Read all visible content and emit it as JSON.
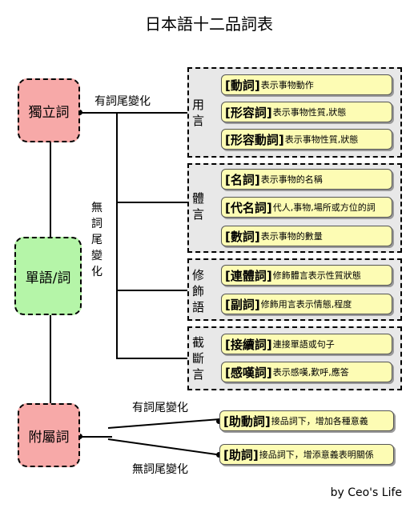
{
  "title": "日本語十二品詞表",
  "nodes": {
    "independent": "獨立詞",
    "word": "單語/詞",
    "dependent": "附屬詞"
  },
  "branch_labels": {
    "inflected_top": "有詞尾變化",
    "uninflected_vertical": [
      "無",
      "詞",
      "尾",
      "變",
      "化"
    ],
    "inflected_bottom": "有詞尾變化",
    "uninflected_bottom": "無詞尾變化"
  },
  "groups": [
    {
      "title": [
        "用",
        "言"
      ],
      "items": [
        {
          "term": "動詞",
          "desc": "表示事物動作"
        },
        {
          "term": "形容詞",
          "desc": "表示事物性質,狀態"
        },
        {
          "term": "形容動詞",
          "desc": "表示事物性質,狀態"
        }
      ]
    },
    {
      "title": [
        "體",
        "言"
      ],
      "items": [
        {
          "term": "名詞",
          "desc": "表示事物的名稱"
        },
        {
          "term": "代名詞",
          "desc": "代人,事物,場所或方位的詞"
        },
        {
          "term": "數詞",
          "desc": "表示事物的數量"
        }
      ]
    },
    {
      "title": [
        "修",
        "飾",
        "語"
      ],
      "items": [
        {
          "term": "連體詞",
          "desc": "修飾體言表示性質狀態"
        },
        {
          "term": "副詞",
          "desc": "修飾用言表示情態,程度"
        }
      ]
    },
    {
      "title": [
        "截",
        "斷",
        "言"
      ],
      "items": [
        {
          "term": "接續詞",
          "desc": "連接單語或句子"
        },
        {
          "term": "感嘆詞",
          "desc": "表示感嘆,歎呼,應答"
        }
      ]
    }
  ],
  "dependent_items": [
    {
      "term": "助動詞",
      "desc": "接品詞下，增加各種意義"
    },
    {
      "term": "助詞",
      "desc": "接品詞下，增添意義表明關係"
    }
  ],
  "credit": "by Ceo's Life"
}
